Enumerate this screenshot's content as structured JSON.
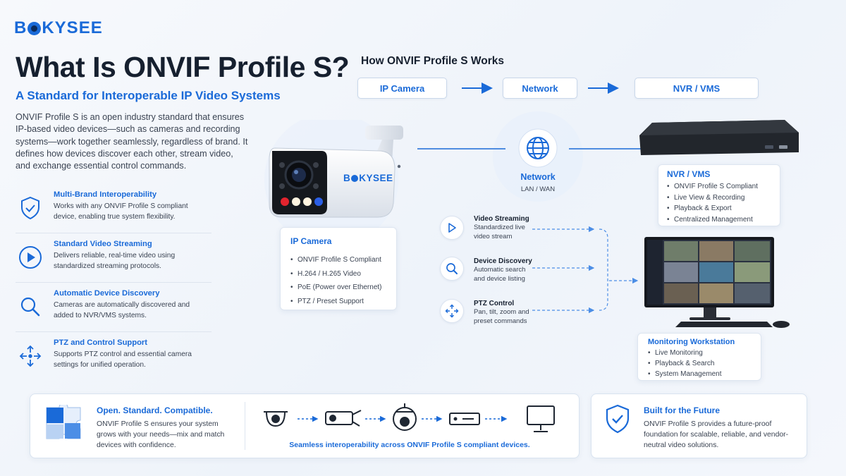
{
  "brand": {
    "logo_text_a": "B",
    "logo_text_b": "KYSEE",
    "camera_logo_a": "B",
    "camera_logo_b": "KYSEE"
  },
  "header": {
    "title": "What Is ONVIF Profile S?",
    "subtitle": "A Standard for Interoperable IP Video Systems",
    "intro": "ONVIF Profile S is an open industry standard that ensures IP-based video devices—such as cameras and recording systems—work together seamlessly, regardless of brand. It defines how devices discover each other, stream video, and exchange essential control commands."
  },
  "features": [
    {
      "title": "Multi-Brand Interoperability",
      "desc": "Works with any ONVIF Profile S compliant device, enabling true system flexibility.",
      "icon": "shield-check-icon"
    },
    {
      "title": "Standard Video Streaming",
      "desc": "Delivers reliable, real-time video using standardized streaming protocols.",
      "icon": "play-icon"
    },
    {
      "title": "Automatic Device Discovery",
      "desc": "Cameras are automatically discovered and added to NVR/VMS systems.",
      "icon": "search-icon"
    },
    {
      "title": "PTZ and Control Support",
      "desc": "Supports PTZ control and essential camera settings for unified operation.",
      "icon": "move-arrows-icon"
    }
  ],
  "flow": {
    "heading": "How ONVIF Profile S Works",
    "steps": [
      "IP Camera",
      "Network",
      "NVR / VMS"
    ]
  },
  "network_node": {
    "label": "Network",
    "sublabel": "LAN / WAN",
    "icon": "globe-icon"
  },
  "ip_camera_card": {
    "title": "IP Camera",
    "items": [
      "ONVIF Profile S Compliant",
      "H.264 / H.265 Video",
      "PoE (Power over Ethernet)",
      "PTZ / Preset Support"
    ]
  },
  "nvr_card": {
    "title": "NVR / VMS",
    "items": [
      "ONVIF Profile S Compliant",
      "Live View & Recording",
      "Playback & Export",
      "Centralized Management"
    ]
  },
  "protocols": [
    {
      "title": "Video Streaming",
      "desc_a": "Standardized live",
      "desc_b": "video stream",
      "icon": "play-icon"
    },
    {
      "title": "Device Discovery",
      "desc_a": "Automatic search",
      "desc_b": "and device listing",
      "icon": "search-icon"
    },
    {
      "title": "PTZ Control",
      "desc_a": "Pan, tilt, zoom and",
      "desc_b": "preset commands",
      "icon": "move-arrows-icon"
    }
  ],
  "workstation_card": {
    "title": "Monitoring Workstation",
    "items": [
      "Live Monitoring",
      "Playback & Search",
      "System Management"
    ]
  },
  "bottom": {
    "left_title": "Open. Standard. Compatible.",
    "left_desc": "ONVIF Profile S ensures your system grows with your needs—mix and match devices with confidence.",
    "devices_caption": "Seamless interoperability across ONVIF Profile S compliant devices.",
    "device_icons": [
      "dome-camera-icon",
      "bullet-camera-icon",
      "ptz-camera-icon",
      "nvr-box-icon",
      "monitor-icon"
    ],
    "right_title": "Built for the Future",
    "right_desc": "ONVIF Profile S provides a future-proof foundation for scalable, reliable, and vendor-neutral video solutions."
  },
  "colors": {
    "accent": "#1a6ad8",
    "title": "#16202f",
    "body": "#3a4352"
  }
}
